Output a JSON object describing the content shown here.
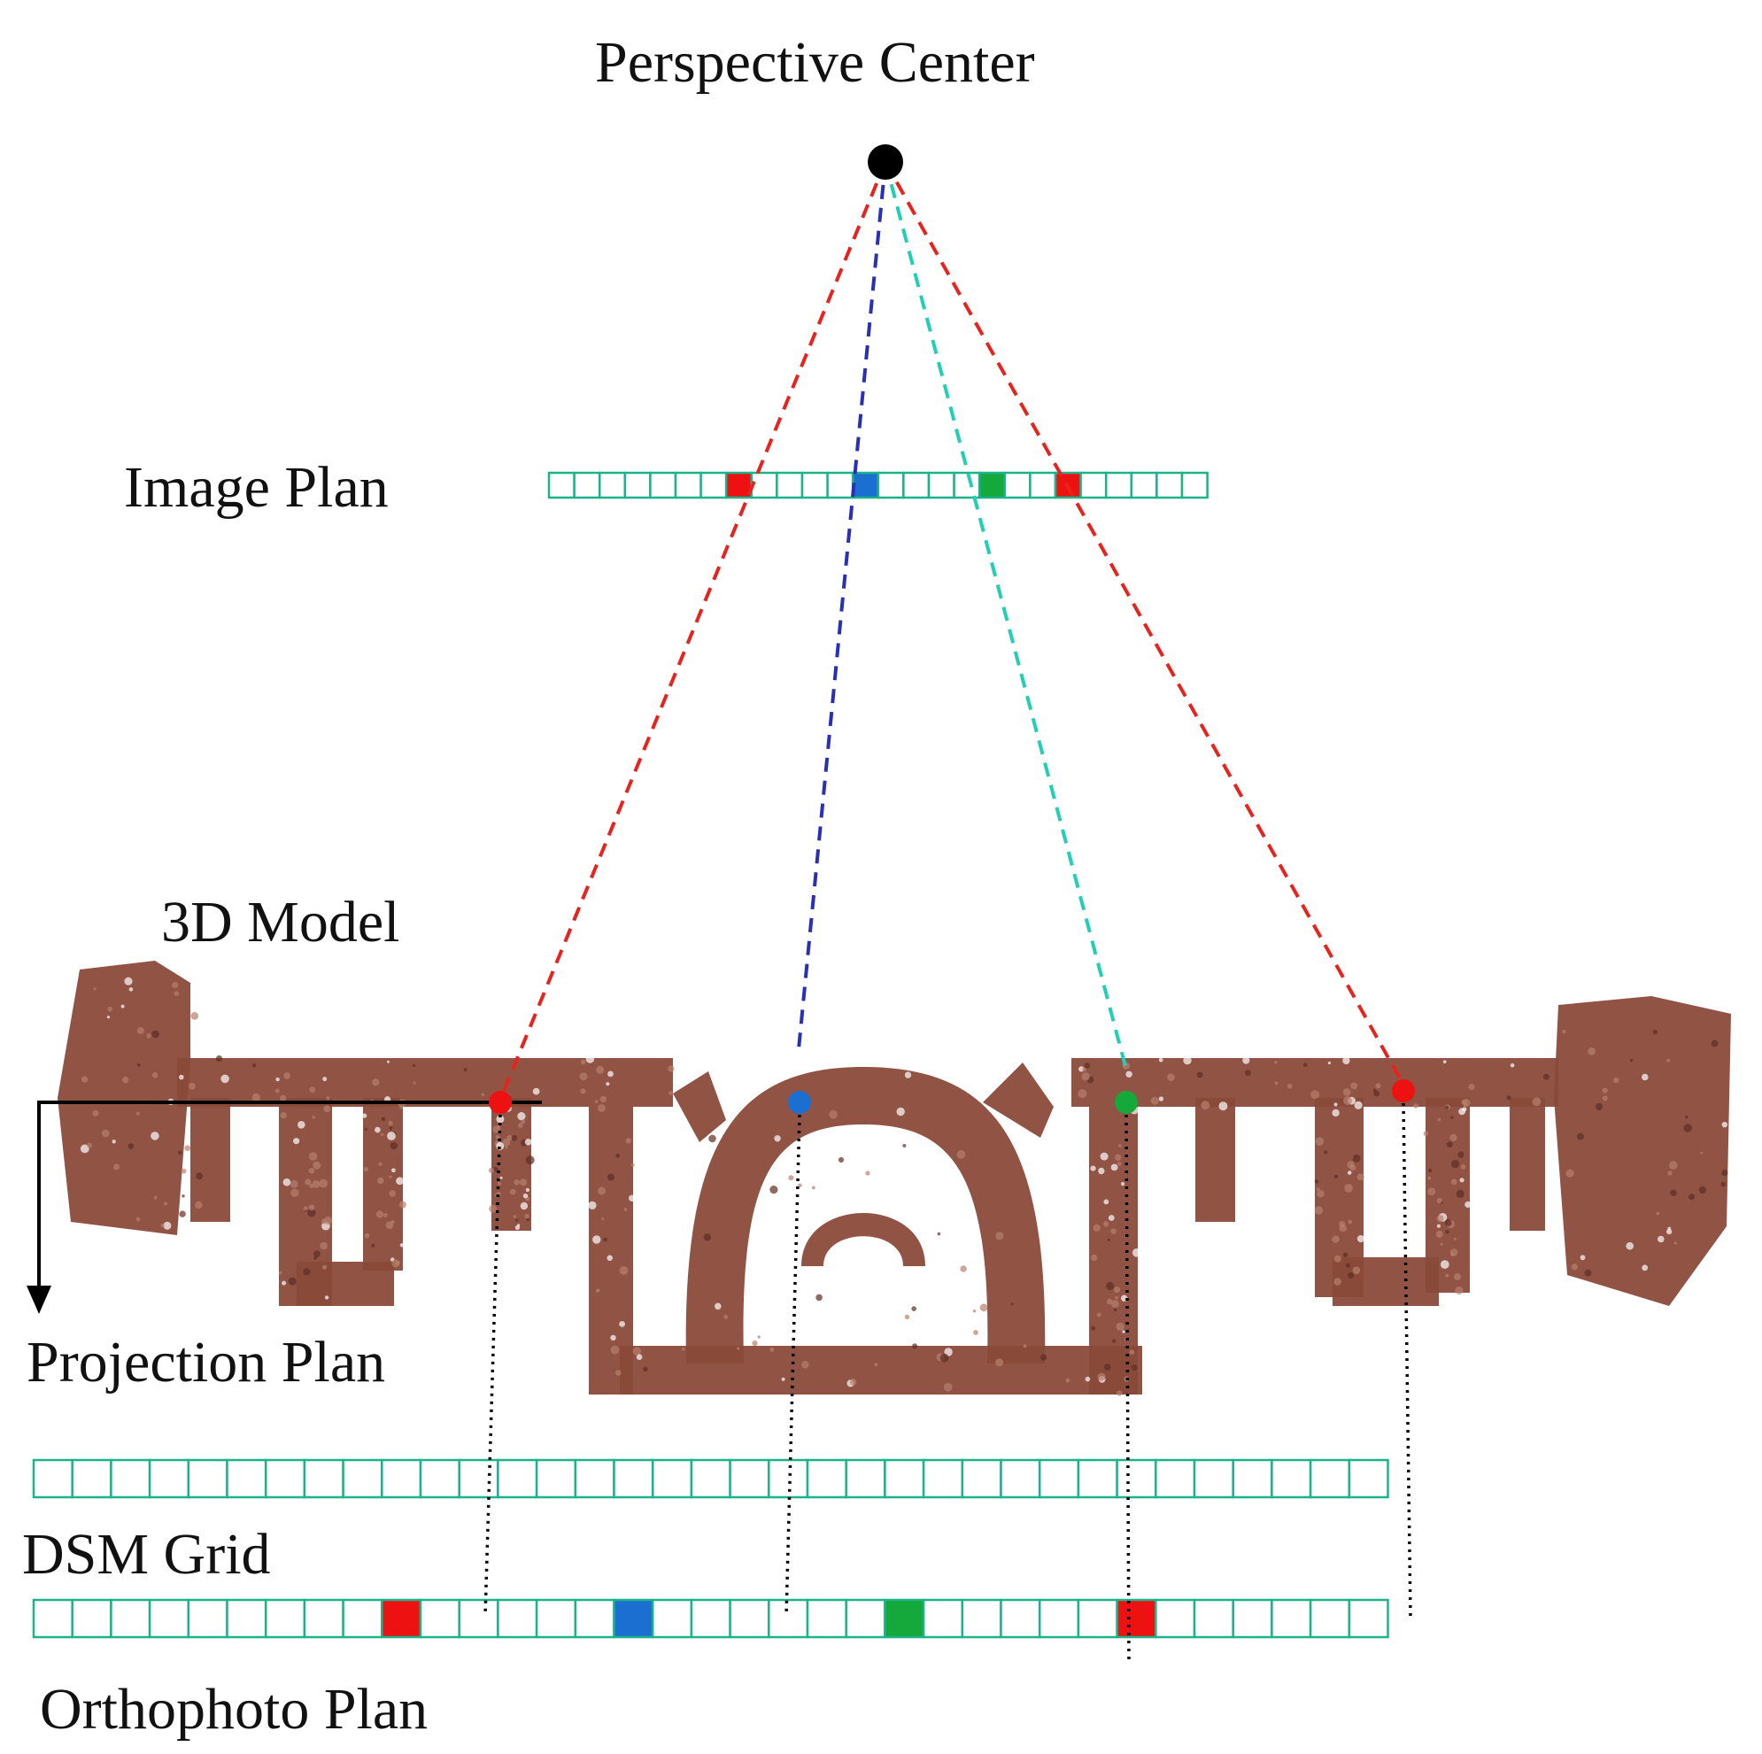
{
  "labels": {
    "perspective_center": "Perspective Center",
    "image_plan": "Image Plan",
    "model_3d": "3D Model",
    "projection_plan": "Projection Plan",
    "dsm_grid": "DSM Grid",
    "orthophoto_plan": "Orthophoto Plan"
  },
  "colors": {
    "grid_stroke": "#1db38a",
    "ray_red": "#e8231e",
    "ray_blue": "#2a2fb8",
    "ray_teal": "#22cfb4",
    "pixel_red": "#ee1111",
    "pixel_blue": "#1a6fd0",
    "pixel_green": "#15a83a",
    "model_brown": "#8a4a3a",
    "model_light": "#b8806e",
    "perspective_center": "#000000",
    "projection_axis": "#000000"
  },
  "icons": {
    "perspective_center": "black-dot",
    "projection_axis": "down-arrow",
    "model_3d": "point-cloud-facade"
  },
  "rays": [
    {
      "name": "red-left",
      "color": "ray_red",
      "pixel_color": "pixel_red"
    },
    {
      "name": "blue",
      "color": "ray_blue",
      "pixel_color": "pixel_blue"
    },
    {
      "name": "teal",
      "color": "ray_teal",
      "pixel_color": "pixel_green"
    },
    {
      "name": "red-right",
      "color": "ray_red",
      "pixel_color": "pixel_red"
    }
  ]
}
